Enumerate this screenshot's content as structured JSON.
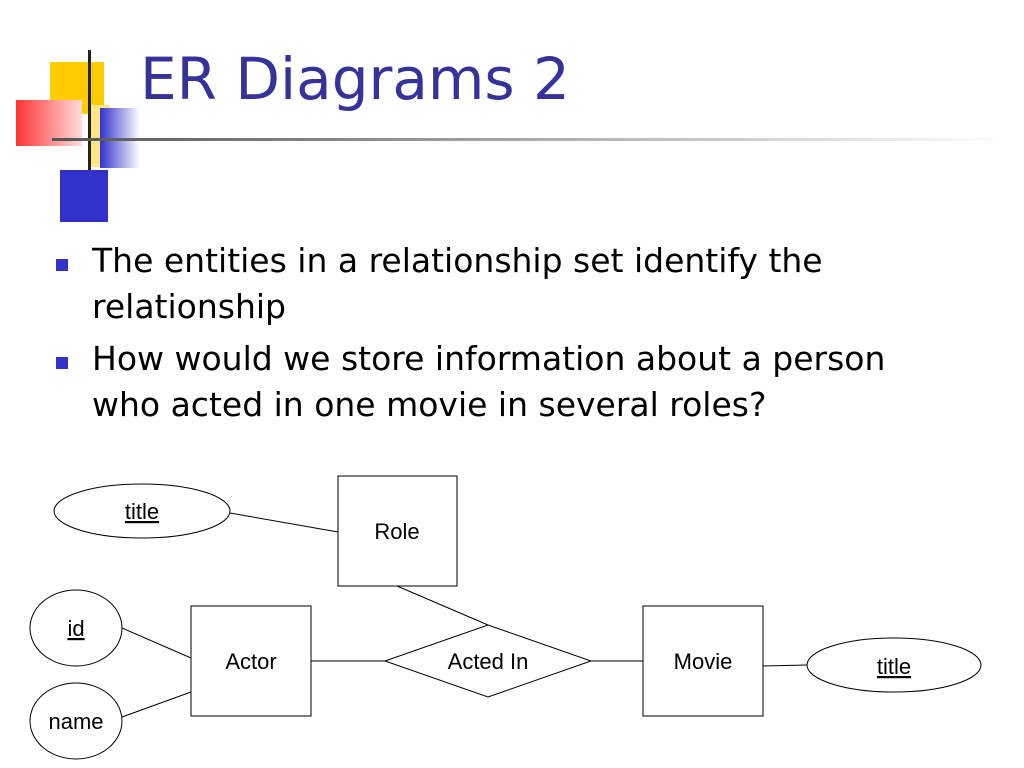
{
  "slide": {
    "title": "ER Diagrams 2",
    "bullets": [
      "The entities in a relationship set identify the relationship",
      "How would we store information about a person who acted in one movie in several roles?"
    ],
    "colors": {
      "title": "#333399",
      "bullet_marker": "#3333cc",
      "accent_yellow": "#ffcc00",
      "accent_red": "#ff3333",
      "accent_blue": "#3333cc"
    }
  },
  "diagram": {
    "entities": {
      "role": "Role",
      "actor": "Actor",
      "movie": "Movie"
    },
    "relationship": "Acted In",
    "attributes": {
      "role_title": "title",
      "actor_id": "id",
      "actor_name": "name",
      "movie_title": "title"
    }
  }
}
